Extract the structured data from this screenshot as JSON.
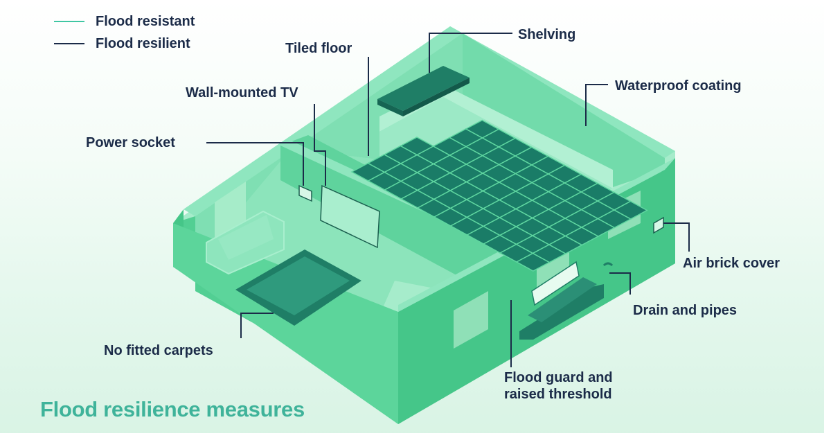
{
  "legend": [
    {
      "label": "Flood resistant",
      "color": "#3fc6a3"
    },
    {
      "label": "Flood resilient",
      "color": "#1b2b48"
    }
  ],
  "labels": {
    "shelving": "Shelving",
    "tiled_floor": "Tiled floor",
    "waterproof_coating": "Waterproof coating",
    "wall_mounted_tv": "Wall-mounted TV",
    "power_socket": "Power socket",
    "air_brick_cover": "Air brick cover",
    "drain_and_pipes": "Drain and pipes",
    "no_fitted_carpets": "No fitted carpets",
    "flood_guard": "Flood guard and raised threshold"
  },
  "title": "Flood resilience measures",
  "colors": {
    "title": "#3fb39a",
    "wall_light": "#7ee2b4",
    "wall_mid": "#5fd6a0",
    "wall_dark": "#3fc68b",
    "floor": "#8ee8c1",
    "tile": "#1a7c67",
    "accent_dark": "#1f6f5c"
  }
}
